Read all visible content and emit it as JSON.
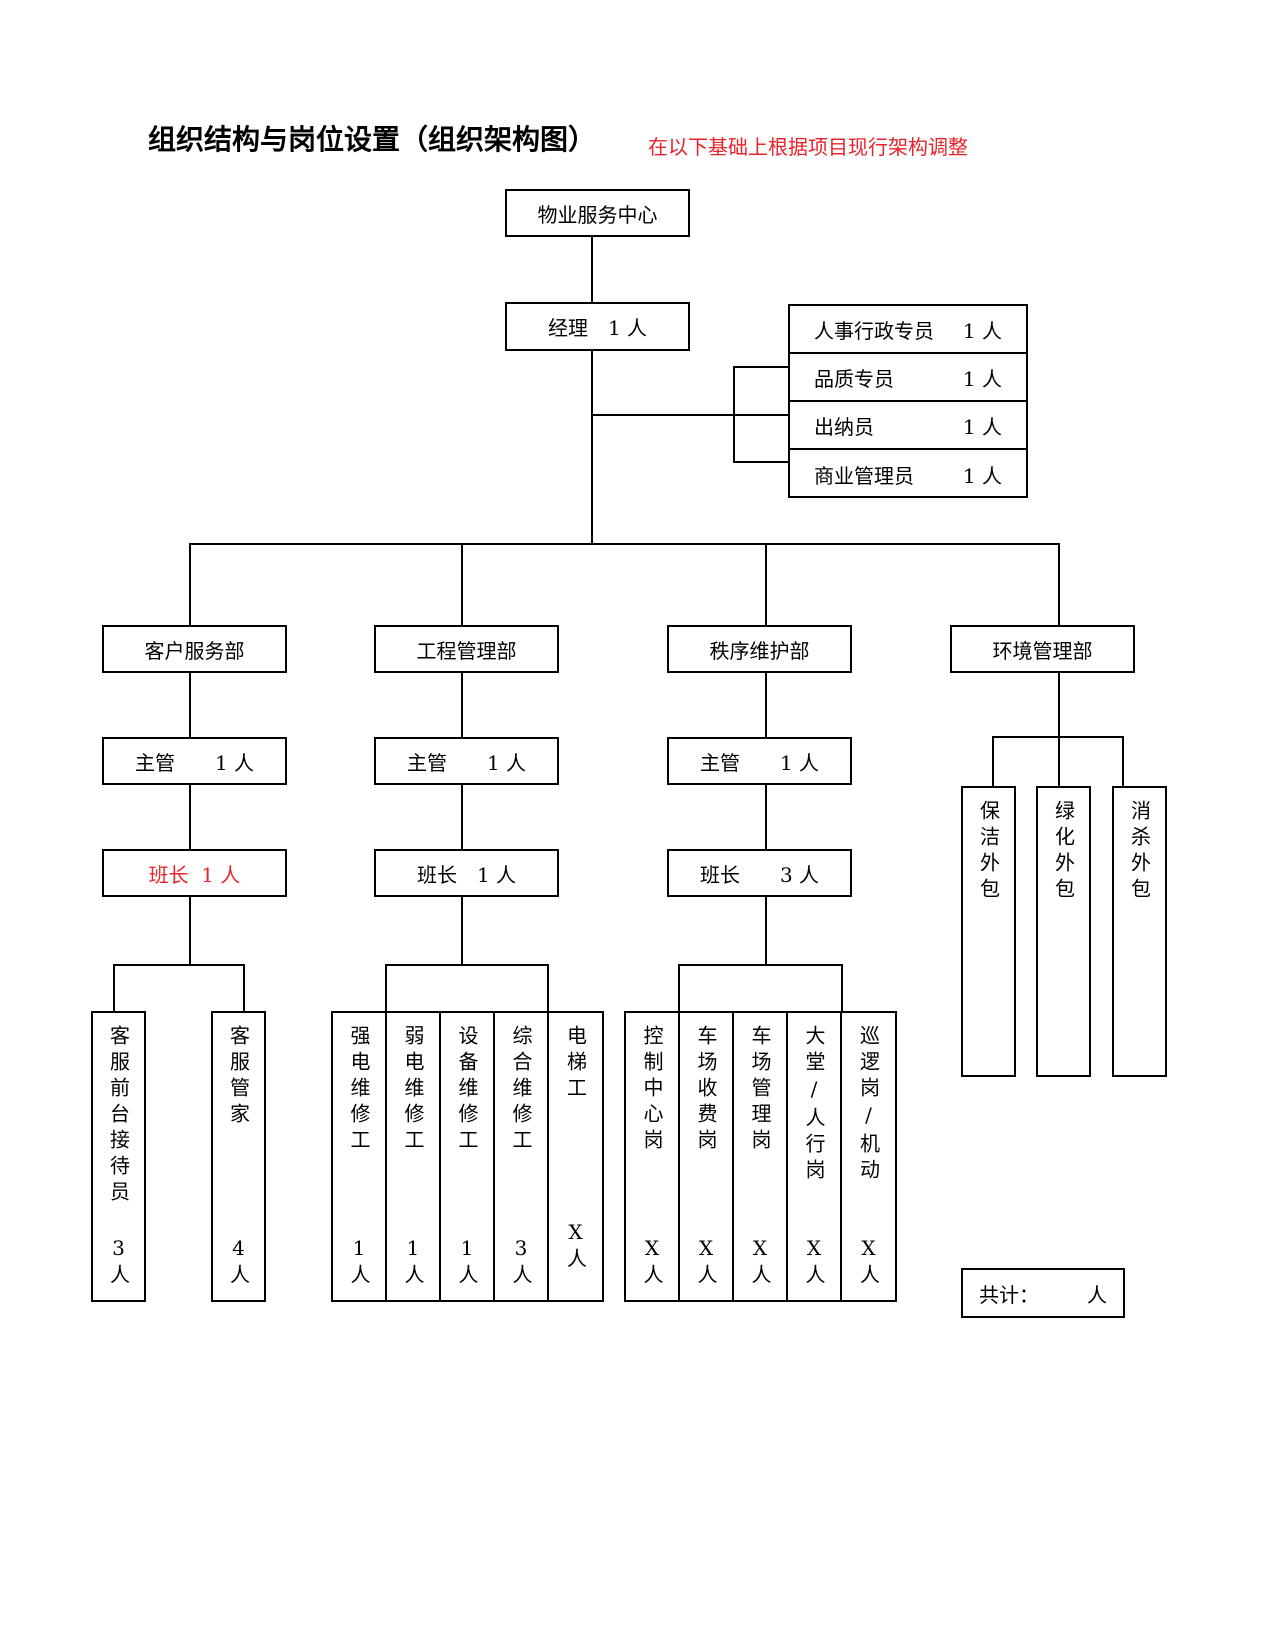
{
  "title": {
    "main": "组织结构与岗位设置（组织架构图）",
    "note": "在以下基础上根据项目现行架构调整"
  },
  "root": "物业服务中心",
  "manager": "经理　1 人",
  "staff": [
    {
      "role": "人事行政专员",
      "count": "1 人"
    },
    {
      "role": "品质专员",
      "count": "1 人"
    },
    {
      "role": "出纳员",
      "count": "1 人"
    },
    {
      "role": "商业管理员",
      "count": "1 人"
    }
  ],
  "departments": [
    {
      "name": "客户服务部",
      "supervisor": "主管　　1 人",
      "leader": "班长  1 人",
      "posts": [
        {
          "label": "客服前台接待员",
          "count": "3人"
        },
        {
          "label": "客服管家",
          "count": "4人"
        }
      ]
    },
    {
      "name": "工程管理部",
      "supervisor": "主管　　1 人",
      "leader": "班长　1 人",
      "posts": [
        {
          "label": "强电维修工",
          "count": "1人"
        },
        {
          "label": "弱电维修工",
          "count": "1人"
        },
        {
          "label": "设备维修工",
          "count": "1人"
        },
        {
          "label": "综合维修工",
          "count": "3人"
        },
        {
          "label": "电梯工",
          "count": "X人"
        }
      ]
    },
    {
      "name": "秩序维护部",
      "supervisor": "主管　　1 人",
      "leader": "班长　　3 人",
      "posts": [
        {
          "label": "控制中心岗",
          "count": "X人"
        },
        {
          "label": "车场收费岗",
          "count": "X人"
        },
        {
          "label": "车场管理岗",
          "count": "X人"
        },
        {
          "label": "大堂/人行岗",
          "count": "X人"
        },
        {
          "label": "巡逻岗/机动",
          "count": "X人"
        }
      ]
    },
    {
      "name": "环境管理部",
      "outsourced": [
        "保洁外包",
        "绿化外包",
        "消杀外包"
      ]
    }
  ],
  "total": {
    "label": "共计：",
    "unit": "人"
  },
  "colors": {
    "accent_red": "#e8242b",
    "line": "#000000"
  }
}
